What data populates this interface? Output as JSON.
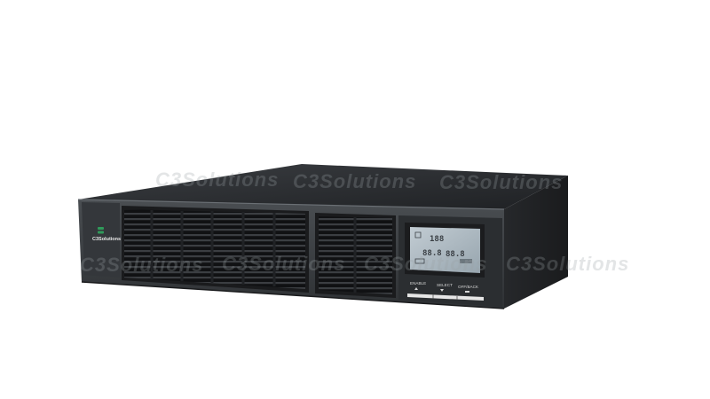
{
  "product": {
    "brand_label": "C3Solutions",
    "watermark": "C3Solutions",
    "buttons": [
      {
        "label": "ENABLE",
        "icon": "arrow-up-icon"
      },
      {
        "label": "SELECT",
        "icon": "arrow-down-icon"
      },
      {
        "label": "OFF/BACK",
        "icon": "enter-icon"
      }
    ],
    "display_digits": [
      "188",
      "88.8",
      "88.8"
    ],
    "colors": {
      "chassis": "#2a2c2f",
      "panel": "#3e4246",
      "lcd": "#a9b6bf",
      "logo_green": "#2f9a5a"
    }
  }
}
